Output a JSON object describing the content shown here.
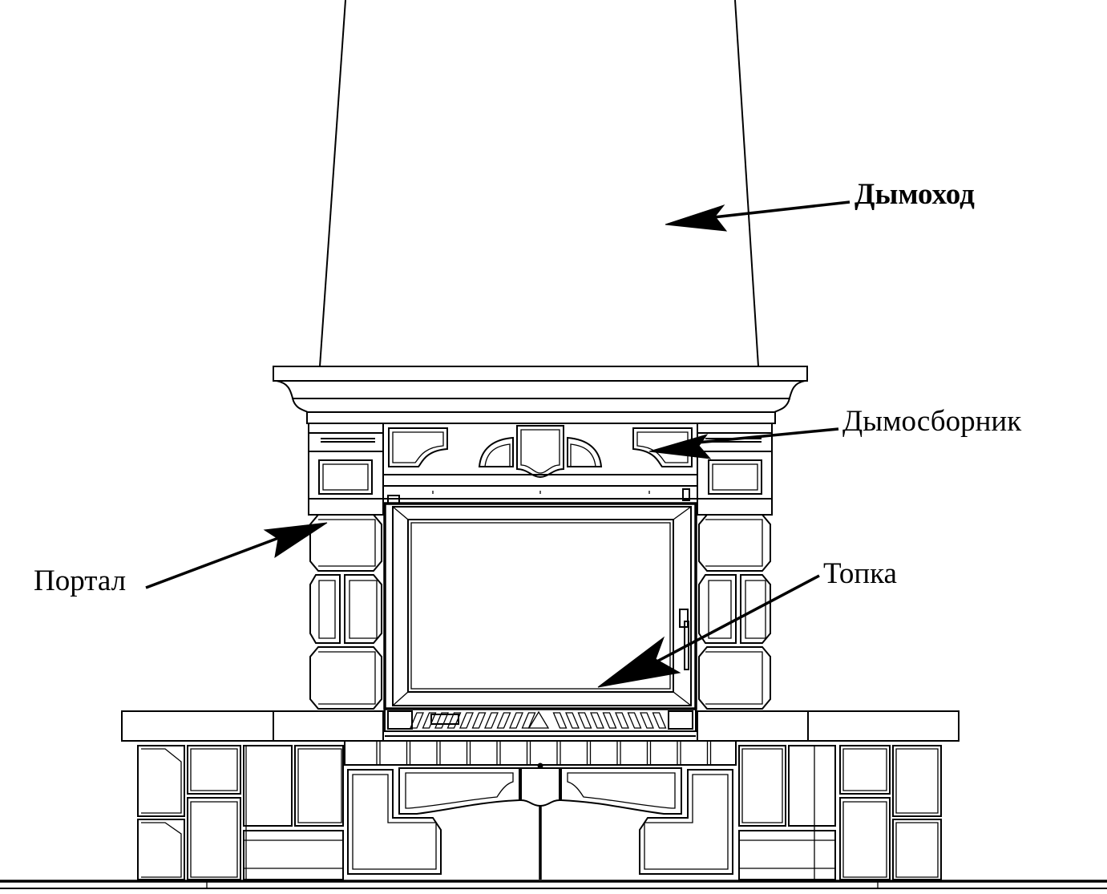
{
  "diagram": {
    "subject": "Fireplace front elevation",
    "colors": {
      "line": "#000000",
      "background": "#ffffff"
    },
    "labels": [
      {
        "id": "chimney",
        "text": "Дымоход",
        "target": "chimney-hood"
      },
      {
        "id": "smoke_collector",
        "text": "Дымосборник",
        "target": "smoke-collector-panel"
      },
      {
        "id": "portal",
        "text": "Портал",
        "target": "portal-column"
      },
      {
        "id": "firebox",
        "text": "Топка",
        "target": "firebox-door"
      }
    ]
  }
}
